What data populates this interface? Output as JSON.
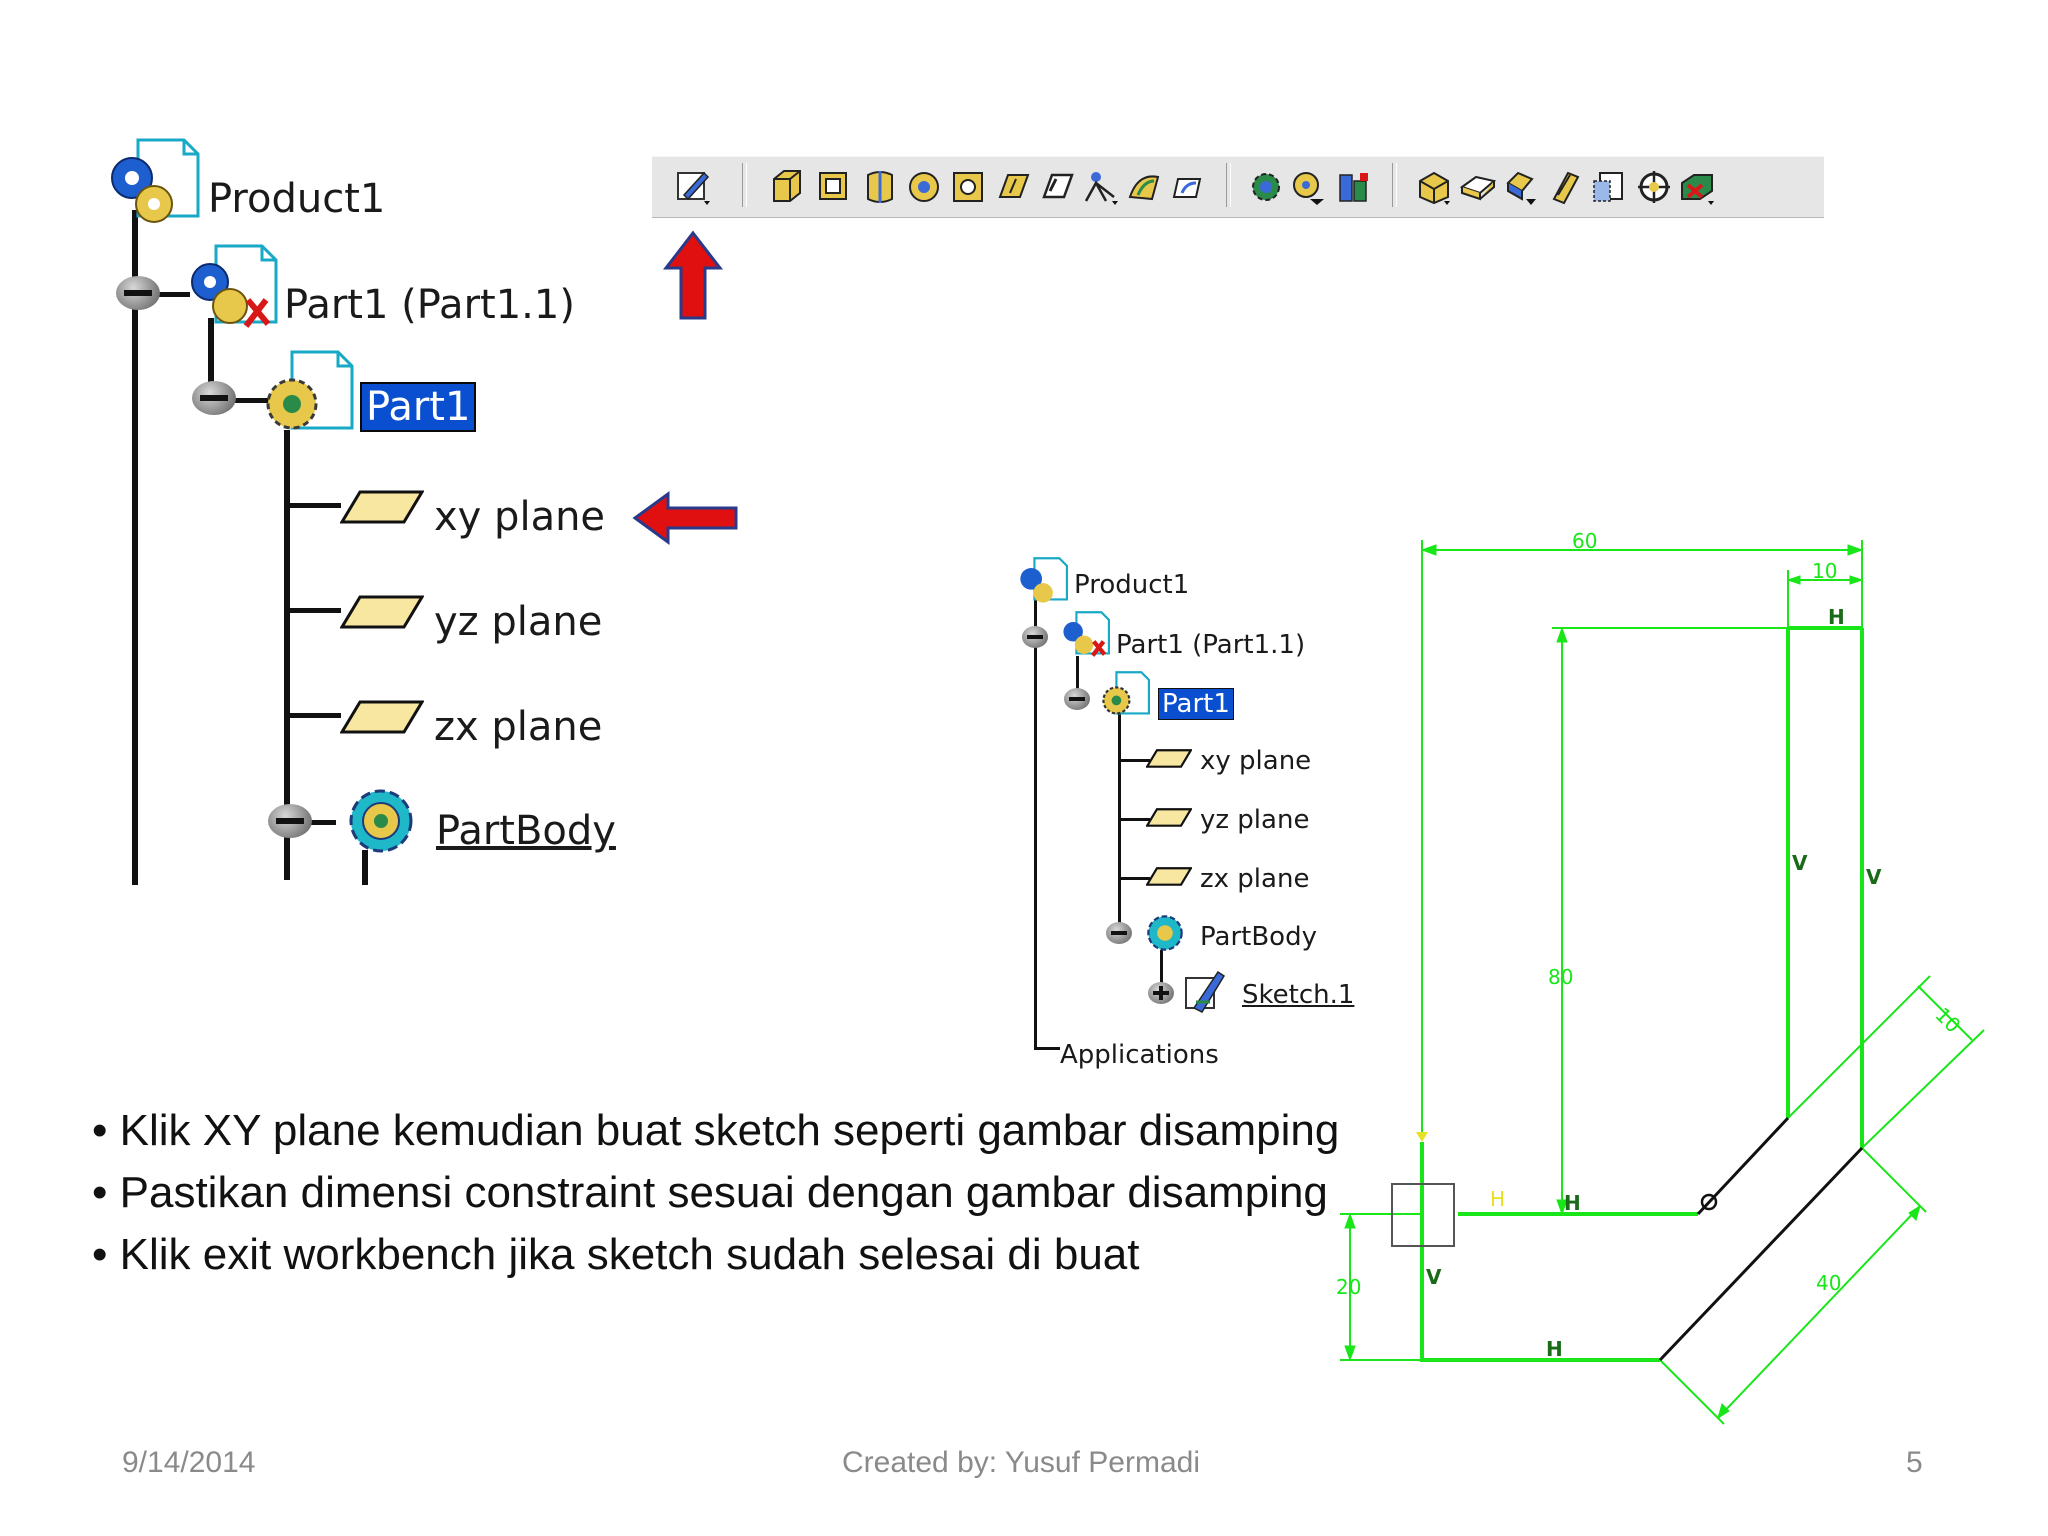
{
  "big_tree": {
    "product": "Product1",
    "part_instance": "Part1 (Part1.1)",
    "part": "Part1",
    "planes": [
      "xy plane",
      "yz plane",
      "zx plane"
    ],
    "body": "PartBody"
  },
  "toolbar": {
    "icons": [
      "sketcher-icon",
      "pad-icon",
      "pocket-icon",
      "shaft-icon",
      "groove-icon",
      "hole-icon",
      "rib-icon",
      "slot-icon",
      "stiffener-icon",
      "multi-sections-solid-icon",
      "removed-multi-sections-solid-icon",
      "edge-fillet-icon",
      "chamfer-icon",
      "draft-icon",
      "shell-icon",
      "thickness-icon",
      "thread-icon",
      "boolean-icon",
      "assemble-icon",
      "measure-icon",
      "inertia-icon",
      "analysis-icon",
      "apply-material-icon"
    ]
  },
  "small_tree": {
    "product": "Product1",
    "part_instance": "Part1 (Part1.1)",
    "part": "Part1",
    "planes": [
      "xy plane",
      "yz plane",
      "zx plane"
    ],
    "body": "PartBody",
    "sketch": "Sketch.1",
    "applications": "Applications"
  },
  "sketch": {
    "dimensions": {
      "top_width": "60",
      "arm_width": "10",
      "height": "80",
      "diag_width": "10",
      "bottom_height": "20",
      "diag_length": "40"
    },
    "constraints": {
      "h": "H",
      "v": "V"
    }
  },
  "bullets": [
    "Klik XY plane kemudian buat sketch seperti gambar disamping",
    "Pastikan dimensi constraint sesuai dengan gambar disamping",
    "Klik exit workbench jika sketch sudah selesai di buat"
  ],
  "footer": {
    "date": "9/14/2014",
    "author": "Created by: Yusuf Permadi",
    "page": "5"
  },
  "colors": {
    "sketch_green": "#19e619",
    "selection_blue": "#0a4fcf",
    "arrow_red": "#e01010",
    "plane_fill": "#f7e7a0"
  }
}
